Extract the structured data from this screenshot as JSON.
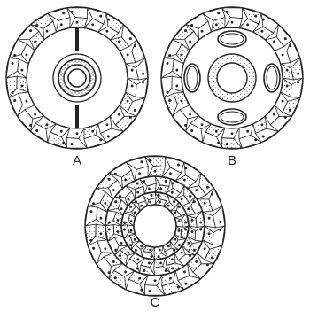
{
  "panels": [
    {
      "label": "A"
    },
    {
      "label": "B"
    },
    {
      "label": "C"
    }
  ],
  "colors": {
    "ink": "#222222",
    "paper": "#ffffff"
  }
}
